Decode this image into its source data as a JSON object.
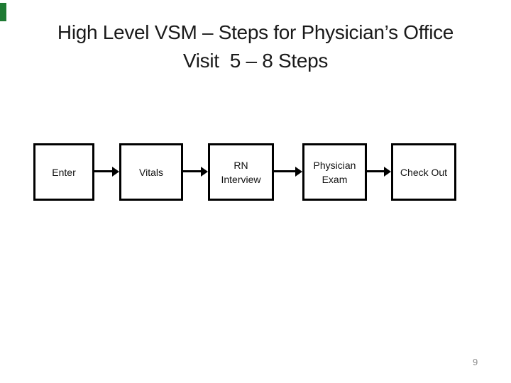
{
  "slide": {
    "title_line1": "High Level VSM – Steps for Physician’s Office",
    "title_line2": "Visit  5 – 8 Steps",
    "page_number": "9"
  },
  "flow": {
    "type": "process-flow",
    "steps": [
      {
        "label": "Enter"
      },
      {
        "label": "Vitals"
      },
      {
        "label": "RN\nInterview"
      },
      {
        "label": "Physician\nExam"
      },
      {
        "label": "Check Out"
      }
    ],
    "connectors": [
      {
        "from": "Enter",
        "to": "Vitals"
      },
      {
        "from": "Vitals",
        "to": "RN Interview"
      },
      {
        "from": "RN Interview",
        "to": "Physician Exam"
      },
      {
        "from": "Physician Exam",
        "to": "Check Out"
      }
    ]
  },
  "colors": {
    "background": "#ffffff",
    "title_text": "#1a1a1a",
    "box_border": "#000000",
    "box_text": "#111111",
    "arrow": "#000000",
    "page_number": "#8c8c8c",
    "corner_mark_green": "#1e7a33"
  }
}
